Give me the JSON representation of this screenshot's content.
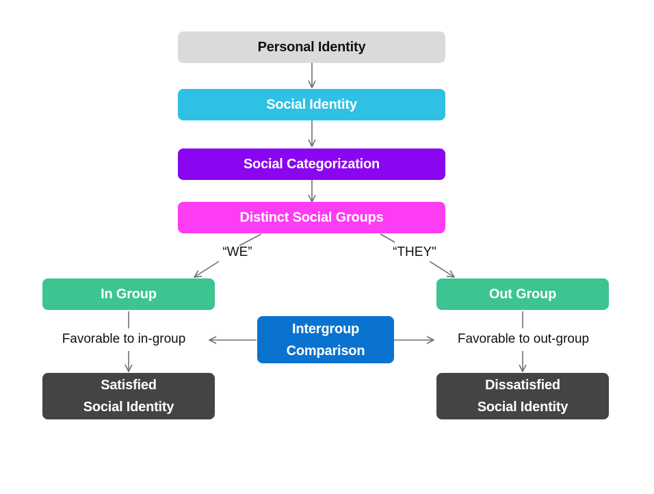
{
  "nodes": {
    "personal_identity": {
      "label": "Personal Identity",
      "color": "#d9dadc",
      "text_color": "#111111"
    },
    "social_identity": {
      "label": "Social Identity",
      "color": "#2fc0e5"
    },
    "social_categorization": {
      "label": "Social Categorization",
      "color": "#8a05f0"
    },
    "distinct_social_groups": {
      "label": "Distinct Social Groups",
      "color": "#fd3cf4"
    },
    "in_group": {
      "label": "In Group",
      "color": "#3cc491"
    },
    "out_group": {
      "label": "Out Group",
      "color": "#3cc491"
    },
    "intergroup_comparison": {
      "line1": "Intergroup",
      "line2": "Comparison",
      "color": "#0a73d0"
    },
    "satisfied_social_identity": {
      "line1": "Satisfied",
      "line2": "Social Identity",
      "color": "#444444"
    },
    "dissatisfied_social_identity": {
      "line1": "Dissatisfied",
      "line2": "Social Identity",
      "color": "#444444"
    }
  },
  "edge_labels": {
    "we": "“WE”",
    "they": "“THEY\"",
    "favorable_in": "Favorable to in-group",
    "favorable_out": "Favorable to out-group"
  },
  "arrow_color": "#6b7072"
}
